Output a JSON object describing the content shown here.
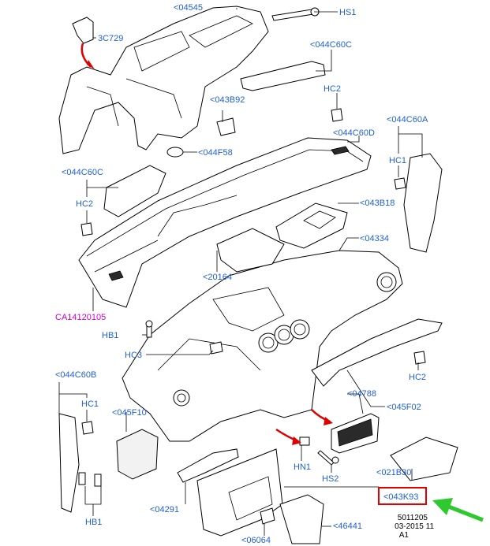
{
  "labels": {
    "l04545": "<04545",
    "hs1_top": "HS1",
    "l3c729": "3C729",
    "l044c60c_top": "<044C60C",
    "hc2_top": "HC2",
    "l043b92": "<043B92",
    "l044c60a": "<044C60A",
    "l044c60d": "<044C60D",
    "l044f58": "<044F58",
    "hc1_right": "HC1",
    "l044c60c_left": "<044C60C",
    "hc2_left": "HC2",
    "l043b18": "<043B18",
    "l04334": "<04334",
    "l20164": "<20164",
    "ca14120105": "CA14120105",
    "hb1_mid": "HB1",
    "hc3": "HC3",
    "l044c60b": "<044C60B",
    "hc1_left": "HC1",
    "hc2_right": "HC2",
    "l045f10": "<045F10",
    "l04788": "<04788",
    "l045f02": "<045F02",
    "hn1": "HN1",
    "hs2": "HS2",
    "l021b30": "<021B30",
    "l043k93": "<043K93",
    "l04291": "<04291",
    "hb1_bottom": "HB1",
    "l46441": "<46441",
    "l06064": "<06064"
  },
  "footer": {
    "line1": "5011205",
    "line2": "03-2015 11",
    "line3": "A1"
  },
  "colors": {
    "label_blue": "#1f5fd6",
    "highlight_red": "#e00000",
    "arrow_green": "#2ec92e",
    "magenta": "#d000c8"
  }
}
